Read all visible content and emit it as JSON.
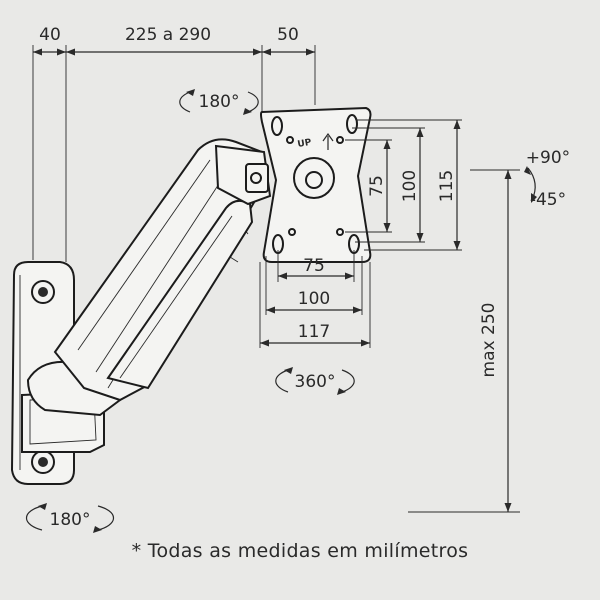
{
  "dimensions": {
    "wall_offset": "40",
    "arm_reach": "225 a 290",
    "plate_offset": "50",
    "vesa_inner_h": "75",
    "vesa_outer_h": "100",
    "plate_height": "115",
    "vesa_inner_w": "75",
    "vesa_outer_w": "100",
    "plate_width": "117",
    "max_height": "max 250"
  },
  "rotations": {
    "top_swivel": "180°",
    "plate_rotation": "360°",
    "base_swivel": "180°",
    "tilt_up": "+90°",
    "tilt_down": "-45°"
  },
  "plate_label": "UP",
  "footnote": "* Todas as medidas em milímetros"
}
